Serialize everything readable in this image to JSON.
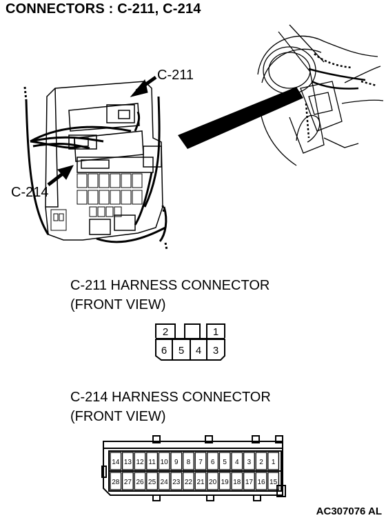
{
  "title": "CONNECTORS : C-211, C-214",
  "callouts": {
    "c211": "C-211",
    "c214": "C-214"
  },
  "c211": {
    "heading_line1": "C-211 HARNESS CONNECTOR",
    "heading_line2": "(FRONT VIEW)",
    "pins_top": [
      "2",
      "",
      "1"
    ],
    "pins_bottom": [
      "6",
      "5",
      "4",
      "3"
    ]
  },
  "c214": {
    "heading_line1": "C-214 HARNESS CONNECTOR",
    "heading_line2": "(FRONT VIEW)",
    "pins_top": [
      "14",
      "13",
      "12",
      "11",
      "10",
      "9",
      "8",
      "7",
      "6",
      "5",
      "4",
      "3",
      "2",
      "1"
    ],
    "pins_bottom": [
      "28",
      "27",
      "26",
      "25",
      "24",
      "23",
      "22",
      "21",
      "20",
      "19",
      "18",
      "17",
      "16",
      "15"
    ]
  },
  "figure_id": "AC307076 AL"
}
